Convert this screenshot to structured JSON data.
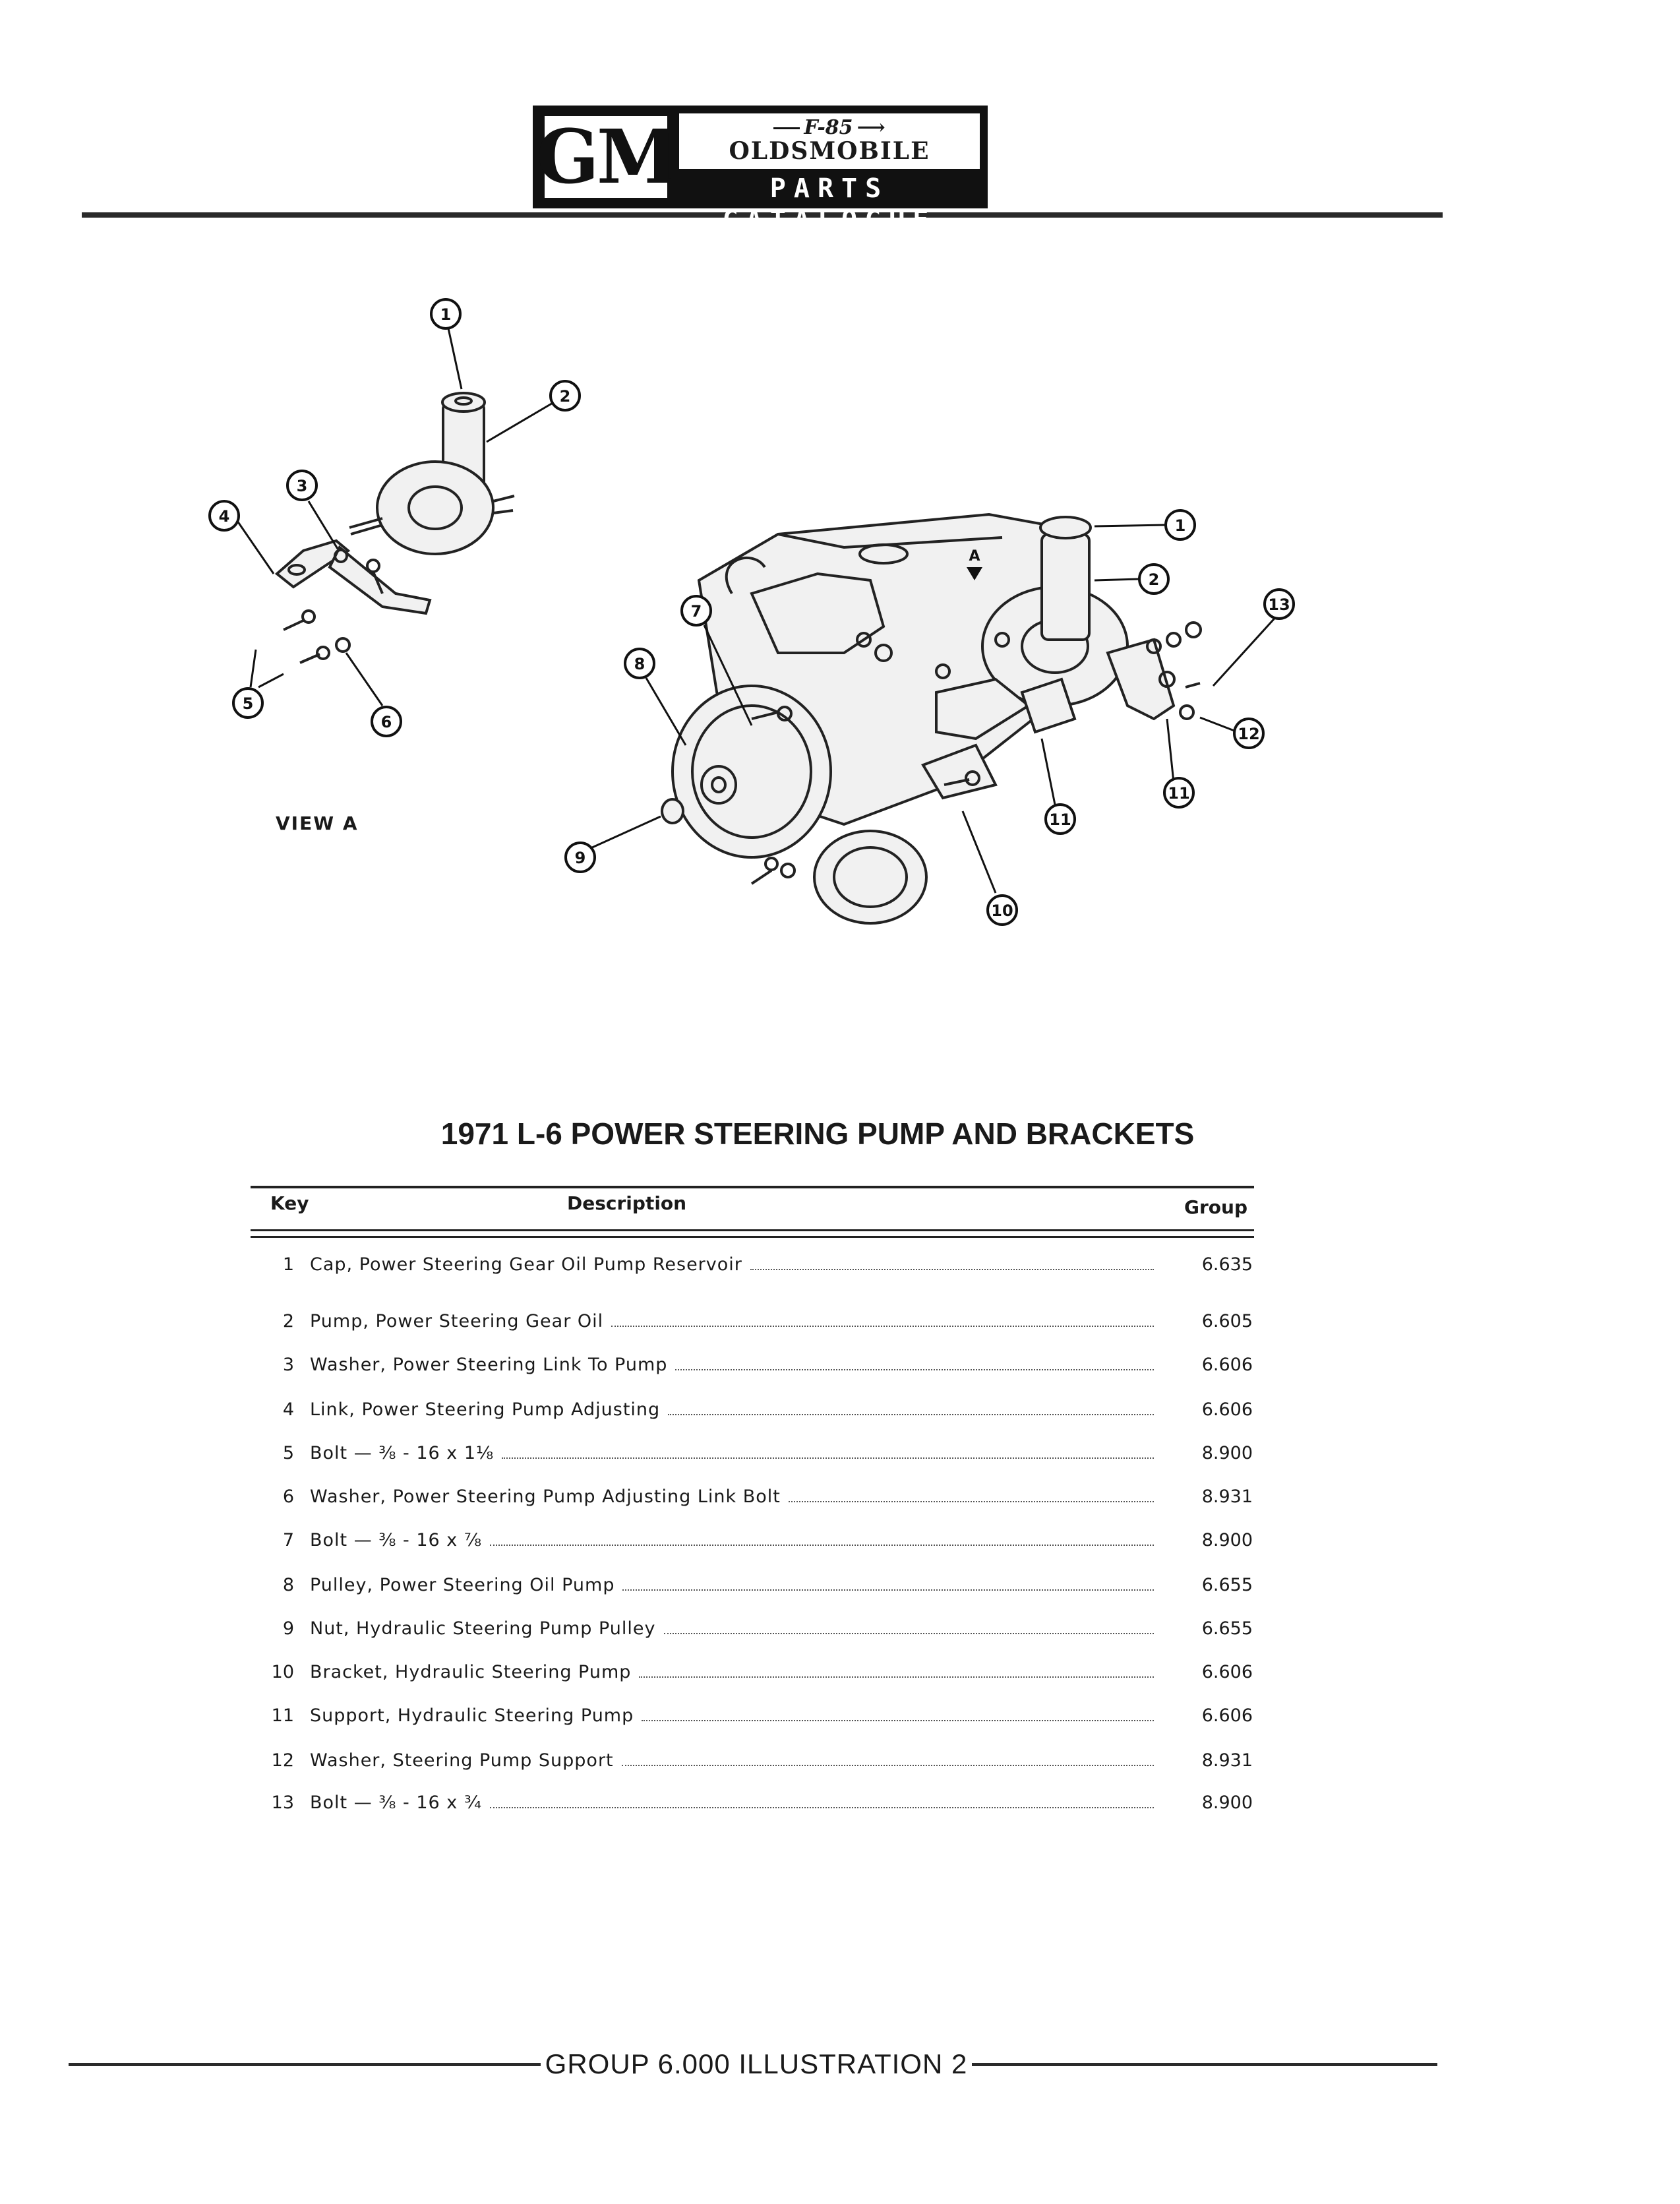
{
  "header": {
    "logo_gm": "GM",
    "logo_model": "F-85",
    "logo_brand": "OLDSMOBILE",
    "logo_catalogue": "PARTS CATALOGUE"
  },
  "illustration": {
    "view_label": "VIEW A",
    "arrow_label": "A"
  },
  "title": "1971 L-6 POWER STEERING PUMP AND BRACKETS",
  "table": {
    "headers": {
      "key": "Key",
      "description": "Description",
      "group": "Group"
    },
    "rows": [
      {
        "key": "1",
        "description": "Cap, Power Steering Gear Oil Pump Reservoir",
        "group": "6.635"
      },
      {
        "key": "2",
        "description": "Pump, Power Steering Gear Oil",
        "group": "6.605"
      },
      {
        "key": "3",
        "description": "Washer, Power Steering Link To Pump",
        "group": "6.606"
      },
      {
        "key": "4",
        "description": "Link, Power Steering Pump Adjusting",
        "group": "6.606"
      },
      {
        "key": "5",
        "description": "Bolt — ⅜ - 16 x 1⅛",
        "group": "8.900"
      },
      {
        "key": "6",
        "description": "Washer, Power Steering Pump Adjusting Link Bolt",
        "group": "8.931"
      },
      {
        "key": "7",
        "description": "Bolt — ⅜ - 16 x ⅞",
        "group": "8.900"
      },
      {
        "key": "8",
        "description": "Pulley, Power Steering Oil Pump",
        "group": "6.655"
      },
      {
        "key": "9",
        "description": "Nut, Hydraulic Steering Pump Pulley",
        "group": "6.655"
      },
      {
        "key": "10",
        "description": "Bracket, Hydraulic Steering Pump",
        "group": "6.606"
      },
      {
        "key": "11",
        "description": "Support, Hydraulic Steering Pump",
        "group": "6.606"
      },
      {
        "key": "12",
        "description": "Washer, Steering Pump Support",
        "group": "8.931"
      },
      {
        "key": "13",
        "description": "Bolt — ⅜ - 16 x ¾",
        "group": "8.900"
      }
    ]
  },
  "footer": {
    "text": "GROUP 6.000 ILLUSTRATION 2"
  }
}
